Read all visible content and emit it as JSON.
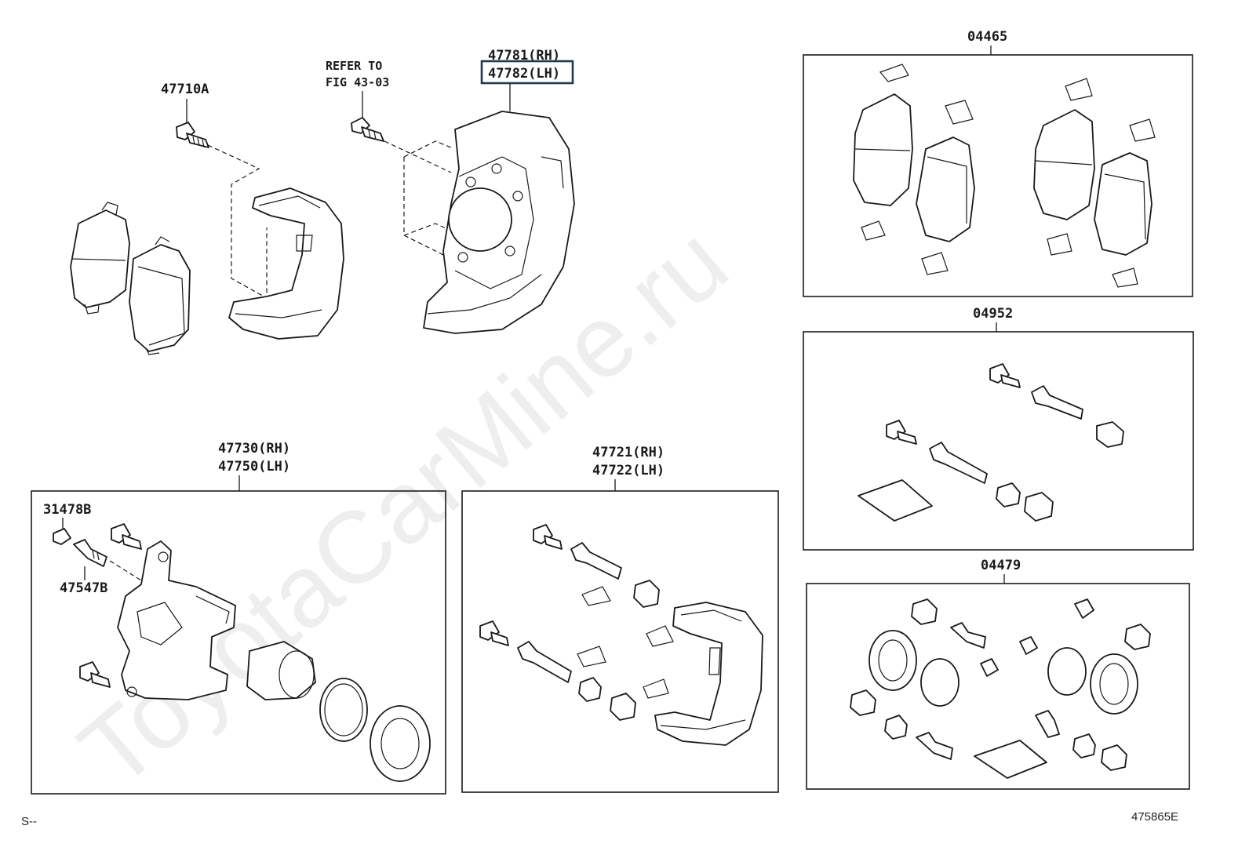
{
  "watermark": "ToyotaCarMine.ru",
  "labels": {
    "refer_line1": "REFER TO",
    "refer_line2": "FIG 43-03",
    "bolt_47710A": "47710A",
    "shield_rh": "47781(RH)",
    "shield_lh": "47782(LH)",
    "kit_04465": "04465",
    "kit_04952": "04952",
    "kit_04479": "04479",
    "cyl_rh": "47730(RH)",
    "cyl_lh": "47750(LH)",
    "cap_31478B": "31478B",
    "bleeder_47547B": "47547B",
    "mount_rh": "47721(RH)",
    "mount_lh": "47722(LH)"
  },
  "footer": {
    "left_code": "S--",
    "figure_code": "475865E"
  },
  "highlight_color": "#1f3a4d"
}
